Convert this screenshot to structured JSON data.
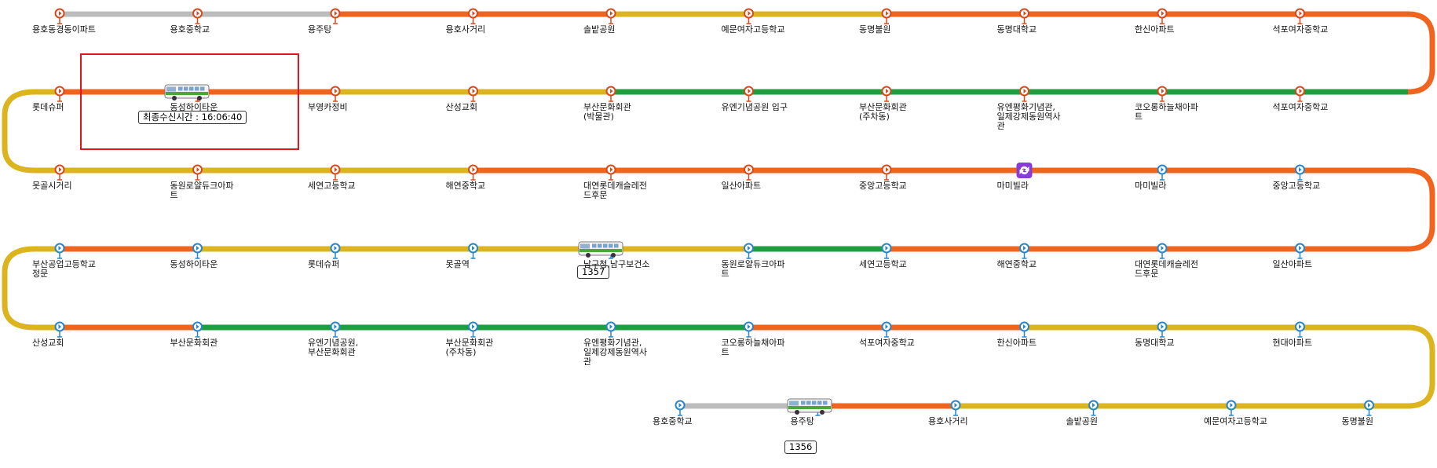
{
  "colors": {
    "gray": "#bcbcbc",
    "orange": "#f0641e",
    "yellow": "#dcb41e",
    "green": "#1e9e3c",
    "marker_red": "#d74a1e",
    "marker_blue": "#2a86c8",
    "highlight": "#e2141e",
    "turn_icon": "#8a3ad6"
  },
  "icons": {
    "stop_outbound": "stop-marker-red-icon",
    "stop_inbound": "stop-marker-blue-icon",
    "turnaround": "turnaround-icon",
    "bus": "bus-icon"
  },
  "rows": [
    {
      "direction": "outbound",
      "segments": [
        "gray",
        "gray",
        "orange",
        "orange",
        "yellow",
        "yellow",
        "orange",
        "orange",
        "orange"
      ],
      "stops": [
        {
          "label": "용호동경동이파트"
        },
        {
          "label": "용호중학교"
        },
        {
          "label": "용주탕"
        },
        {
          "label": "용호사거리"
        },
        {
          "label": "솔밭공원"
        },
        {
          "label": "예문여자고등학교"
        },
        {
          "label": "동명불원"
        },
        {
          "label": "동명대학교"
        },
        {
          "label": "한신아파트"
        },
        {
          "label": "석포여자중학교"
        }
      ]
    },
    {
      "direction": "outbound",
      "segments": [
        "orange",
        "orange",
        "yellow",
        "yellow",
        "green",
        "green",
        "green",
        "green",
        "green"
      ],
      "stops": [
        {
          "label": "롯데슈퍼"
        },
        {
          "label": "동성하이타운"
        },
        {
          "label": "부영카정비"
        },
        {
          "label": "산성교회"
        },
        {
          "label": "부산문화회관(박물관)"
        },
        {
          "label": "유엔기념공원 입구"
        },
        {
          "label": "부산문화회관(주차동)"
        },
        {
          "label": "유엔평화기념관,일제강제동원역사관"
        },
        {
          "label": "코오롱하늘채아파트"
        },
        {
          "label": "석포여자중학교"
        }
      ]
    },
    {
      "direction": "mixed",
      "segments": [
        "yellow",
        "yellow",
        "yellow",
        "orange",
        "orange",
        "orange",
        "orange",
        "orange",
        "orange"
      ],
      "stops": [
        {
          "label": "못골시거리"
        },
        {
          "label": "동원로얄듀크아파트"
        },
        {
          "label": "세연고등학교"
        },
        {
          "label": "해연중학교"
        },
        {
          "label": "대연롯데캐슬레전드후문"
        },
        {
          "label": "일산아파트"
        },
        {
          "label": "중앙고등학교"
        },
        {
          "label": "마미빌라"
        },
        {
          "label": "마미빌라"
        },
        {
          "label": "중앙고등학교"
        }
      ]
    },
    {
      "direction": "inbound",
      "segments": [
        "orange",
        "yellow",
        "yellow",
        "yellow",
        "yellow",
        "green",
        "orange",
        "orange",
        "orange"
      ],
      "stops": [
        {
          "label": "부산공업고등학교정문"
        },
        {
          "label": "동성하이타운"
        },
        {
          "label": "롯데슈퍼"
        },
        {
          "label": "못골역"
        },
        {
          "label": "남구청,남구보건소"
        },
        {
          "label": "동원로얄듀크아파트"
        },
        {
          "label": "세연고등학교"
        },
        {
          "label": "해연중학교"
        },
        {
          "label": "대연롯데캐슬레전드후문"
        },
        {
          "label": "일산아파트"
        }
      ]
    },
    {
      "direction": "inbound",
      "segments": [
        "orange",
        "green",
        "green",
        "green",
        "green",
        "orange",
        "orange",
        "yellow",
        "yellow"
      ],
      "stops": [
        {
          "label": "산성교회"
        },
        {
          "label": "부산문화회관"
        },
        {
          "label": "유엔기념공원, 부산문화회관"
        },
        {
          "label": "부산문화회관(주차동)"
        },
        {
          "label": "유엔평화기념관,일제강제동원역사관"
        },
        {
          "label": "코오롱하늘채아파트"
        },
        {
          "label": "석포여자중학교"
        },
        {
          "label": "한신아파트"
        },
        {
          "label": "동명대학교"
        },
        {
          "label": "현대아파트"
        }
      ]
    },
    {
      "direction": "inbound",
      "segments": [
        "gray",
        "orange",
        "yellow",
        "yellow",
        "yellow"
      ],
      "stops": [
        {
          "label": "용호중학교"
        },
        {
          "label": "용주탕"
        },
        {
          "label": "용호사거리"
        },
        {
          "label": "솔밭공원"
        },
        {
          "label": "예문여자고등학교"
        },
        {
          "label": "동명불원"
        }
      ]
    }
  ],
  "buses": [
    {
      "id": "bus-1",
      "tag": "최종수신시간 : 16:06:40",
      "highlighted": true
    },
    {
      "id": "bus-2",
      "tag": "1357",
      "highlighted": false
    },
    {
      "id": "bus-3",
      "tag": "1356",
      "highlighted": false
    }
  ]
}
